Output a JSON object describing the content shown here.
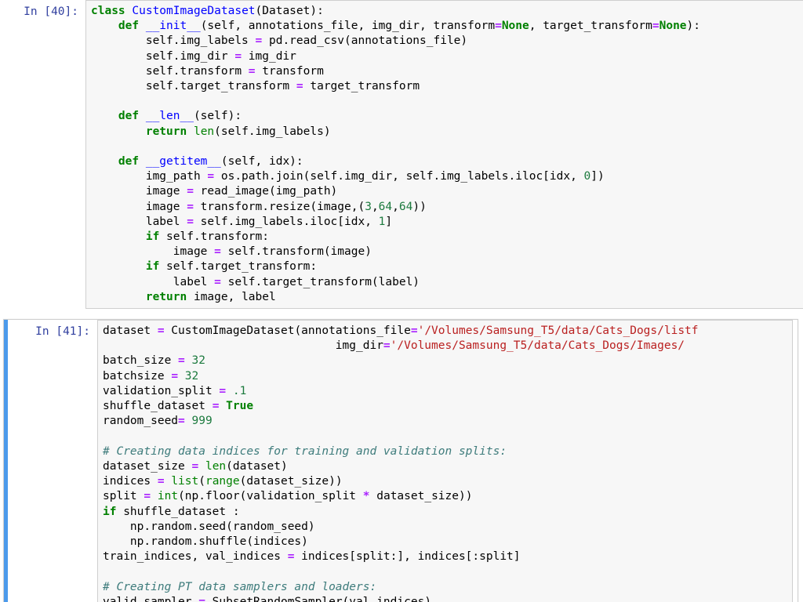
{
  "app": {
    "kind": "jupyter-notebook",
    "colors": {
      "selected_cell_bar": "#4c9aeb",
      "cell_border": "#cfcfcf",
      "code_background": "#f7f7f7",
      "prompt_text": "#303F9F",
      "keyword": "#008000",
      "class_name": "#0000FF",
      "string": "#BA2121",
      "comment": "#3D7B7B",
      "number": "#1C7A3E",
      "operator": "#AA22FF"
    }
  },
  "cells": [
    {
      "id": "cell-40",
      "prompt": "In [40]:",
      "selected": false,
      "lines": [
        [
          {
            "t": "class ",
            "c": "k"
          },
          {
            "t": "CustomImageDataset",
            "c": "nc"
          },
          {
            "t": "(Dataset):",
            "c": "n"
          }
        ],
        [
          {
            "t": "    ",
            "c": "n"
          },
          {
            "t": "def ",
            "c": "k"
          },
          {
            "t": "__init__",
            "c": "nf"
          },
          {
            "t": "(self, annotations_file, img_dir, transform",
            "c": "n"
          },
          {
            "t": "=",
            "c": "o"
          },
          {
            "t": "None",
            "c": "kc"
          },
          {
            "t": ", target_transform",
            "c": "n"
          },
          {
            "t": "=",
            "c": "o"
          },
          {
            "t": "None",
            "c": "kc"
          },
          {
            "t": "):",
            "c": "n"
          }
        ],
        [
          {
            "t": "        self.img_labels ",
            "c": "n"
          },
          {
            "t": "=",
            "c": "o"
          },
          {
            "t": " pd.read_csv(annotations_file)",
            "c": "n"
          }
        ],
        [
          {
            "t": "        self.img_dir ",
            "c": "n"
          },
          {
            "t": "=",
            "c": "o"
          },
          {
            "t": " img_dir",
            "c": "n"
          }
        ],
        [
          {
            "t": "        self.transform ",
            "c": "n"
          },
          {
            "t": "=",
            "c": "o"
          },
          {
            "t": " transform",
            "c": "n"
          }
        ],
        [
          {
            "t": "        self.target_transform ",
            "c": "n"
          },
          {
            "t": "=",
            "c": "o"
          },
          {
            "t": " target_transform",
            "c": "n"
          }
        ],
        [],
        [
          {
            "t": "    ",
            "c": "n"
          },
          {
            "t": "def ",
            "c": "k"
          },
          {
            "t": "__len__",
            "c": "nf"
          },
          {
            "t": "(self):",
            "c": "n"
          }
        ],
        [
          {
            "t": "        ",
            "c": "n"
          },
          {
            "t": "return",
            "c": "k"
          },
          {
            "t": " ",
            "c": "n"
          },
          {
            "t": "len",
            "c": "nb"
          },
          {
            "t": "(self.img_labels)",
            "c": "n"
          }
        ],
        [],
        [
          {
            "t": "    ",
            "c": "n"
          },
          {
            "t": "def ",
            "c": "k"
          },
          {
            "t": "__getitem__",
            "c": "nf"
          },
          {
            "t": "(self, idx):",
            "c": "n"
          }
        ],
        [
          {
            "t": "        img_path ",
            "c": "n"
          },
          {
            "t": "=",
            "c": "o"
          },
          {
            "t": " os.path.join(self.img_dir, self.img_labels.iloc[idx, ",
            "c": "n"
          },
          {
            "t": "0",
            "c": "mi"
          },
          {
            "t": "])",
            "c": "n"
          }
        ],
        [
          {
            "t": "        image ",
            "c": "n"
          },
          {
            "t": "=",
            "c": "o"
          },
          {
            "t": " read_image(img_path)",
            "c": "n"
          }
        ],
        [
          {
            "t": "        image ",
            "c": "n"
          },
          {
            "t": "=",
            "c": "o"
          },
          {
            "t": " transform.resize(image,(",
            "c": "n"
          },
          {
            "t": "3",
            "c": "mi"
          },
          {
            "t": ",",
            "c": "n"
          },
          {
            "t": "64",
            "c": "mi"
          },
          {
            "t": ",",
            "c": "n"
          },
          {
            "t": "64",
            "c": "mi"
          },
          {
            "t": "))",
            "c": "n"
          }
        ],
        [
          {
            "t": "        label ",
            "c": "n"
          },
          {
            "t": "=",
            "c": "o"
          },
          {
            "t": " self.img_labels.iloc[idx, ",
            "c": "n"
          },
          {
            "t": "1",
            "c": "mi"
          },
          {
            "t": "]",
            "c": "n"
          }
        ],
        [
          {
            "t": "        ",
            "c": "n"
          },
          {
            "t": "if",
            "c": "k"
          },
          {
            "t": " self.transform:",
            "c": "n"
          }
        ],
        [
          {
            "t": "            image ",
            "c": "n"
          },
          {
            "t": "=",
            "c": "o"
          },
          {
            "t": " self.transform(image)",
            "c": "n"
          }
        ],
        [
          {
            "t": "        ",
            "c": "n"
          },
          {
            "t": "if",
            "c": "k"
          },
          {
            "t": " self.target_transform:",
            "c": "n"
          }
        ],
        [
          {
            "t": "            label ",
            "c": "n"
          },
          {
            "t": "=",
            "c": "o"
          },
          {
            "t": " self.target_transform(label)",
            "c": "n"
          }
        ],
        [
          {
            "t": "        ",
            "c": "n"
          },
          {
            "t": "return",
            "c": "k"
          },
          {
            "t": " image, label",
            "c": "n"
          }
        ]
      ]
    },
    {
      "id": "cell-41",
      "prompt": "In [41]:",
      "selected": true,
      "lines": [
        [
          {
            "t": "dataset ",
            "c": "n"
          },
          {
            "t": "=",
            "c": "o"
          },
          {
            "t": " CustomImageDataset(annotations_file",
            "c": "n"
          },
          {
            "t": "=",
            "c": "o"
          },
          {
            "t": "'/Volumes/Samsung_T5/data/Cats_Dogs/listf",
            "c": "s"
          }
        ],
        [
          {
            "t": "                                  img_dir",
            "c": "n"
          },
          {
            "t": "=",
            "c": "o"
          },
          {
            "t": "'/Volumes/Samsung_T5/data/Cats_Dogs/Images/",
            "c": "s"
          }
        ],
        [
          {
            "t": "batch_size ",
            "c": "n"
          },
          {
            "t": "=",
            "c": "o"
          },
          {
            "t": " ",
            "c": "n"
          },
          {
            "t": "32",
            "c": "mi"
          }
        ],
        [
          {
            "t": "batchsize ",
            "c": "n"
          },
          {
            "t": "=",
            "c": "o"
          },
          {
            "t": " ",
            "c": "n"
          },
          {
            "t": "32",
            "c": "mi"
          }
        ],
        [
          {
            "t": "validation_split ",
            "c": "n"
          },
          {
            "t": "=",
            "c": "o"
          },
          {
            "t": " ",
            "c": "n"
          },
          {
            "t": ".1",
            "c": "mi"
          }
        ],
        [
          {
            "t": "shuffle_dataset ",
            "c": "n"
          },
          {
            "t": "=",
            "c": "o"
          },
          {
            "t": " ",
            "c": "n"
          },
          {
            "t": "True",
            "c": "kc"
          }
        ],
        [
          {
            "t": "random_seed",
            "c": "n"
          },
          {
            "t": "=",
            "c": "o"
          },
          {
            "t": " ",
            "c": "n"
          },
          {
            "t": "999",
            "c": "mi"
          }
        ],
        [],
        [
          {
            "t": "# Creating data indices for training and validation splits:",
            "c": "c"
          }
        ],
        [
          {
            "t": "dataset_size ",
            "c": "n"
          },
          {
            "t": "=",
            "c": "o"
          },
          {
            "t": " ",
            "c": "n"
          },
          {
            "t": "len",
            "c": "nb"
          },
          {
            "t": "(dataset)",
            "c": "n"
          }
        ],
        [
          {
            "t": "indices ",
            "c": "n"
          },
          {
            "t": "=",
            "c": "o"
          },
          {
            "t": " ",
            "c": "n"
          },
          {
            "t": "list",
            "c": "nb"
          },
          {
            "t": "(",
            "c": "n"
          },
          {
            "t": "range",
            "c": "nb"
          },
          {
            "t": "(dataset_size))",
            "c": "n"
          }
        ],
        [
          {
            "t": "split ",
            "c": "n"
          },
          {
            "t": "=",
            "c": "o"
          },
          {
            "t": " ",
            "c": "n"
          },
          {
            "t": "int",
            "c": "nb"
          },
          {
            "t": "(np.floor(validation_split ",
            "c": "n"
          },
          {
            "t": "*",
            "c": "o"
          },
          {
            "t": " dataset_size))",
            "c": "n"
          }
        ],
        [
          {
            "t": "if",
            "c": "k"
          },
          {
            "t": " shuffle_dataset :",
            "c": "n"
          }
        ],
        [
          {
            "t": "    np.random.seed(random_seed)",
            "c": "n"
          }
        ],
        [
          {
            "t": "    np.random.shuffle(indices)",
            "c": "n"
          }
        ],
        [
          {
            "t": "train_indices, val_indices ",
            "c": "n"
          },
          {
            "t": "=",
            "c": "o"
          },
          {
            "t": " indices[split:], indices[:split]",
            "c": "n"
          }
        ],
        [],
        [
          {
            "t": "# Creating PT data samplers and loaders:",
            "c": "c"
          }
        ],
        [
          {
            "t": "valid_sampler ",
            "c": "n"
          },
          {
            "t": "=",
            "c": "o"
          },
          {
            "t": " SubsetRandomSampler(val_indices)",
            "c": "n"
          }
        ]
      ]
    }
  ]
}
